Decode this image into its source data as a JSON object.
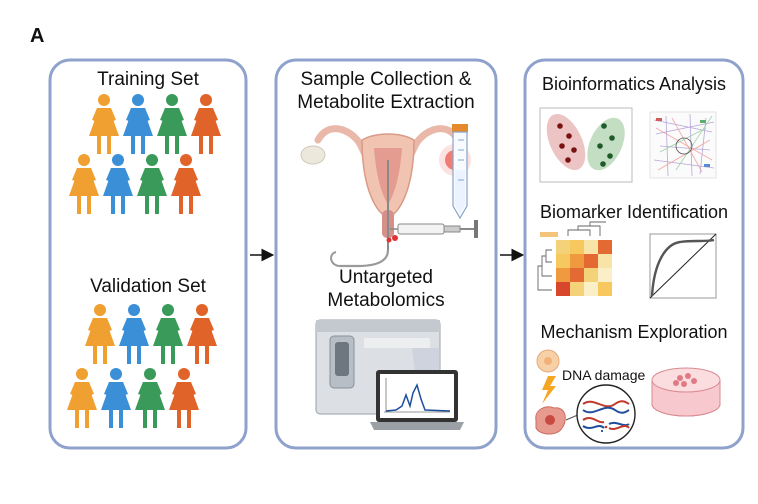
{
  "panel_label": "A",
  "panel1": {
    "training_title": "Training Set",
    "validation_title": "Validation Set"
  },
  "panel2": {
    "title_line1": "Sample Collection &",
    "title_line2": "Metabolite Extraction",
    "subtitle_line1": "Untargeted",
    "subtitle_line2": "Metabolomics"
  },
  "panel3": {
    "title1": "Bioinformatics Analysis",
    "title2": "Biomarker Identification",
    "title3": "Mechanism Exploration",
    "dna_label": "DNA damage"
  },
  "colors": {
    "panel_border": "#8fa2cc",
    "orange": "#f0a030",
    "blue": "#3a8fd6",
    "green": "#3a9a5a",
    "red_orange": "#e0642a"
  }
}
